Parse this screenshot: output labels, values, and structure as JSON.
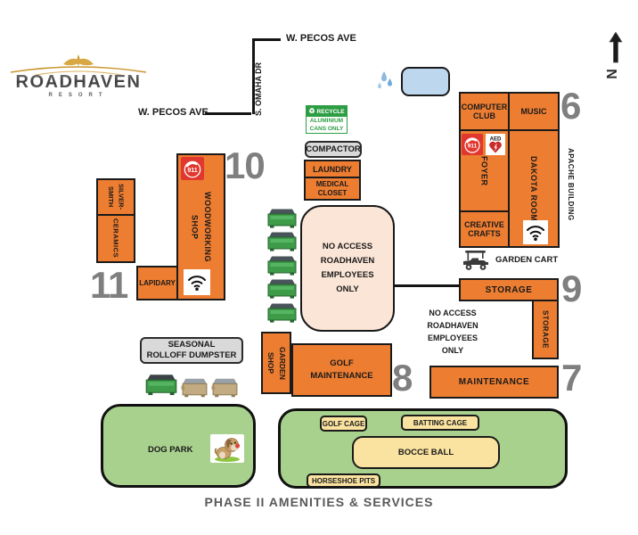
{
  "page_title": "PHASE II AMENITIES & SERVICES",
  "logo": {
    "name": "ROADHAVEN",
    "subtitle": "RESORT"
  },
  "compass": {
    "label": "N"
  },
  "roads": {
    "pecos_top": "W. PECOS AVE",
    "pecos_left": "W. PECOS AVE",
    "omaha": "S. OMAHA DR"
  },
  "recycle_sign": {
    "symbol": "♻",
    "header": "RECYCLE",
    "lines": [
      "ALUMINIUM",
      "CANS ONLY"
    ]
  },
  "compactor": {
    "label": "COMPACTOR"
  },
  "laundry": {
    "label": "LAUNDRY"
  },
  "medical_closet": {
    "lines": [
      "MEDICAL",
      "CLOSET"
    ]
  },
  "apache_building": {
    "number": "6",
    "label": "APACHE BUILDING",
    "computer_club": "COMPUTER CLUB",
    "music": "MUSIC",
    "foyer": "FOYER",
    "dakota_room": "DAKOTA ROOM",
    "creative_crafts": "CREATIVE CRAFTS",
    "e911_label": "911",
    "aed_label": "AED"
  },
  "garden_cart": {
    "label": "GARDEN CART"
  },
  "storage_east": {
    "label": "STORAGE",
    "number": "9"
  },
  "storage_south": {
    "label": "STORAGE"
  },
  "restricted_yard": {
    "lines": [
      "NO ACCESS",
      "ROADHAVEN",
      "EMPLOYEES",
      "ONLY"
    ]
  },
  "restricted_note": {
    "lines": [
      "NO ACCESS",
      "ROADHAVEN",
      "EMPLOYEES",
      "ONLY"
    ]
  },
  "maintenance": {
    "label": "MAINTENANCE",
    "number": "7"
  },
  "golf_maintenance": {
    "lines": [
      "GOLF",
      "MAINTENANCE"
    ],
    "number": "8"
  },
  "garden_shop": {
    "lines": [
      "GARDEN",
      "SHOP"
    ]
  },
  "woodworking": {
    "lines": [
      "WOODWORKING",
      "SHOP"
    ],
    "number": "10",
    "e911_label": "911"
  },
  "silversmith": {
    "lines": [
      "SILVER-",
      "SMITH"
    ]
  },
  "ceramics": {
    "label": "CERAMICS"
  },
  "lapidary": {
    "label": "LAPIDARY",
    "number": "11"
  },
  "seasonal_dumpster": {
    "lines": [
      "SEASONAL",
      "ROLLOFF DUMPSTER"
    ]
  },
  "dog_park": {
    "label": "DOG PARK"
  },
  "sports": {
    "golf_cage": "GOLF CAGE",
    "batting_cage": "BATTING CAGE",
    "bocce_ball": "BOCCE BALL",
    "horseshoe_pits": "HORSESHOE PITS"
  },
  "colors": {
    "orange": "#ED7D31",
    "pink": "#FBE5D6",
    "green": "#A9D18E",
    "tan": "#FAE3A0",
    "grayBox": "#D9D9D9",
    "pool": "#BDD7EE",
    "recycleGreen": "#2E9E44",
    "numberGray": "#7F7F7F",
    "titleGray": "#595959",
    "red911": "#E0372E"
  }
}
